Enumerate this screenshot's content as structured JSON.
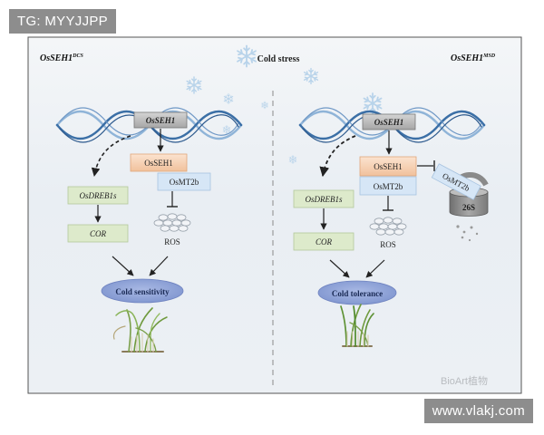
{
  "watermarks": {
    "top_badge": "TG: MYYJJPP",
    "bottom_badge": "www.vlakj.com",
    "faint_mark": "BioArt植物"
  },
  "header": {
    "left_genotype": "OsSEH1",
    "left_sup": "DCS",
    "center_title": "Cold stress",
    "right_genotype": "OsSEH1",
    "right_sup": "MSD"
  },
  "left_panel": {
    "gene_label": "OsSEH1",
    "protein_label": "OsSEH1",
    "partner_label": "OsMT2b",
    "dreb_label": "OsDREB1s",
    "cor_label": "COR",
    "ros_label": "ROS",
    "outcome_label": "Cold sensitivity"
  },
  "right_panel": {
    "gene_label": "OsSEH1",
    "protein_label": "OsSEH1",
    "partner_label": "OsMT2b",
    "degraded_label": "OsMT2b",
    "proteasome_label": "26S",
    "dreb_label": "OsDREB1s",
    "cor_label": "COR",
    "ros_label": "ROS",
    "outcome_label": "Cold tolerance"
  },
  "colors": {
    "panel_bg": "#eef2f6",
    "dna_blue": "#3b6fa6",
    "dna_light": "#8fb4d8",
    "gene_box": "#b9b9b9",
    "seh1_box": "#f6d1b3",
    "mt2b_box": "#d6e6f6",
    "green_box": "#ddeacb",
    "outcome_oval": "#8fa3d6",
    "snowflake": "#b8d3ea"
  }
}
